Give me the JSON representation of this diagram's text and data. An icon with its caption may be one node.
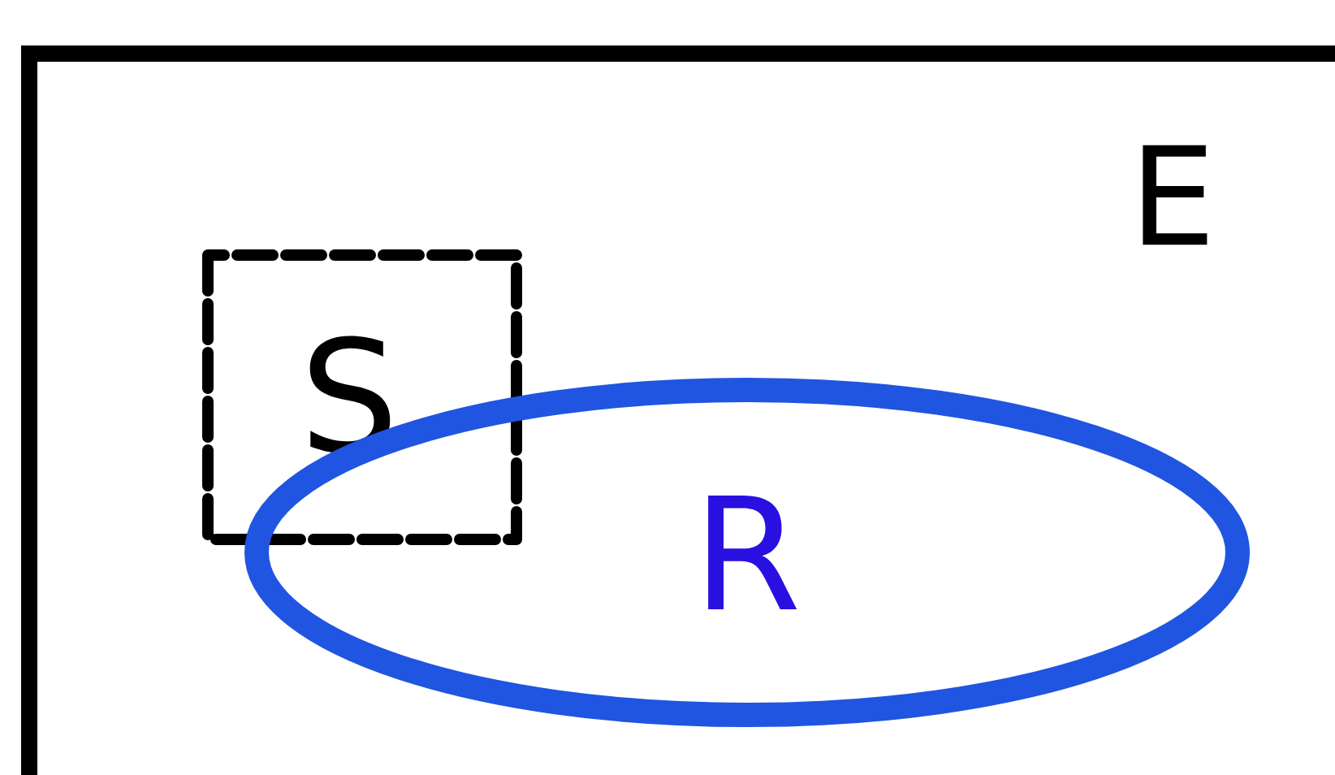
{
  "diagram": {
    "nodes": [
      {
        "text": [
          "E"
        ]
      },
      {
        "text": [
          "S"
        ],
        "in": 0
      },
      {
        "text": [
          "R"
        ],
        "in": 0
      }
    ]
  }
}
